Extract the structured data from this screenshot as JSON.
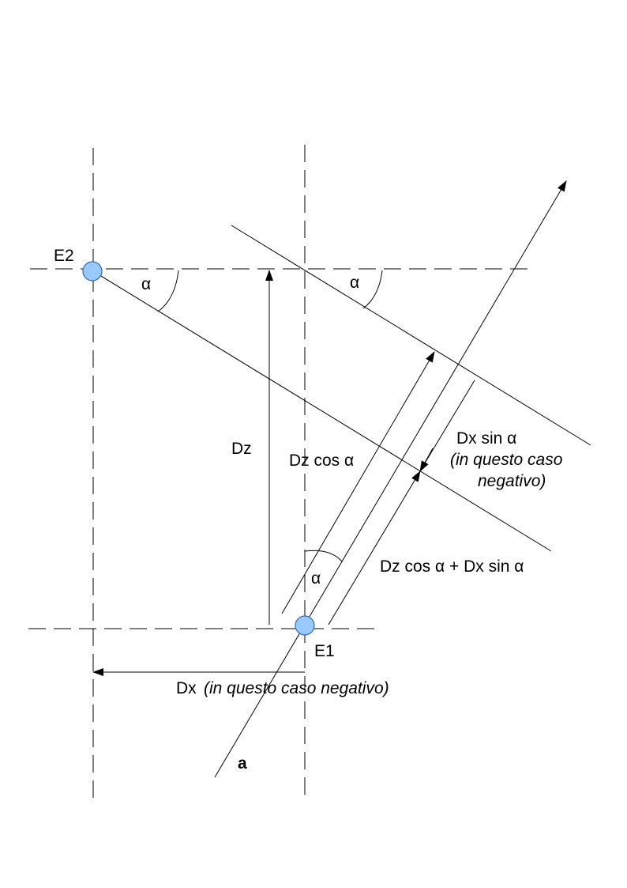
{
  "colors": {
    "line": "#000000",
    "point_fill": "#99c9ff",
    "point_stroke": "#2f6db3",
    "background": "#ffffff"
  },
  "points": {
    "e1": "E1",
    "e2": "E2"
  },
  "angles": {
    "alpha": "α"
  },
  "labels": {
    "dz": "Dz",
    "dz_cos": "Dz cos α",
    "dx_sin": "Dx sin α",
    "dx_sin_note_1": "(in questo caso",
    "dx_sin_note_2": "negativo)",
    "sum": "Dz cos α + Dx sin α",
    "dx": "Dx",
    "dx_note": "(in questo caso negativo)",
    "axis_a": "a"
  }
}
